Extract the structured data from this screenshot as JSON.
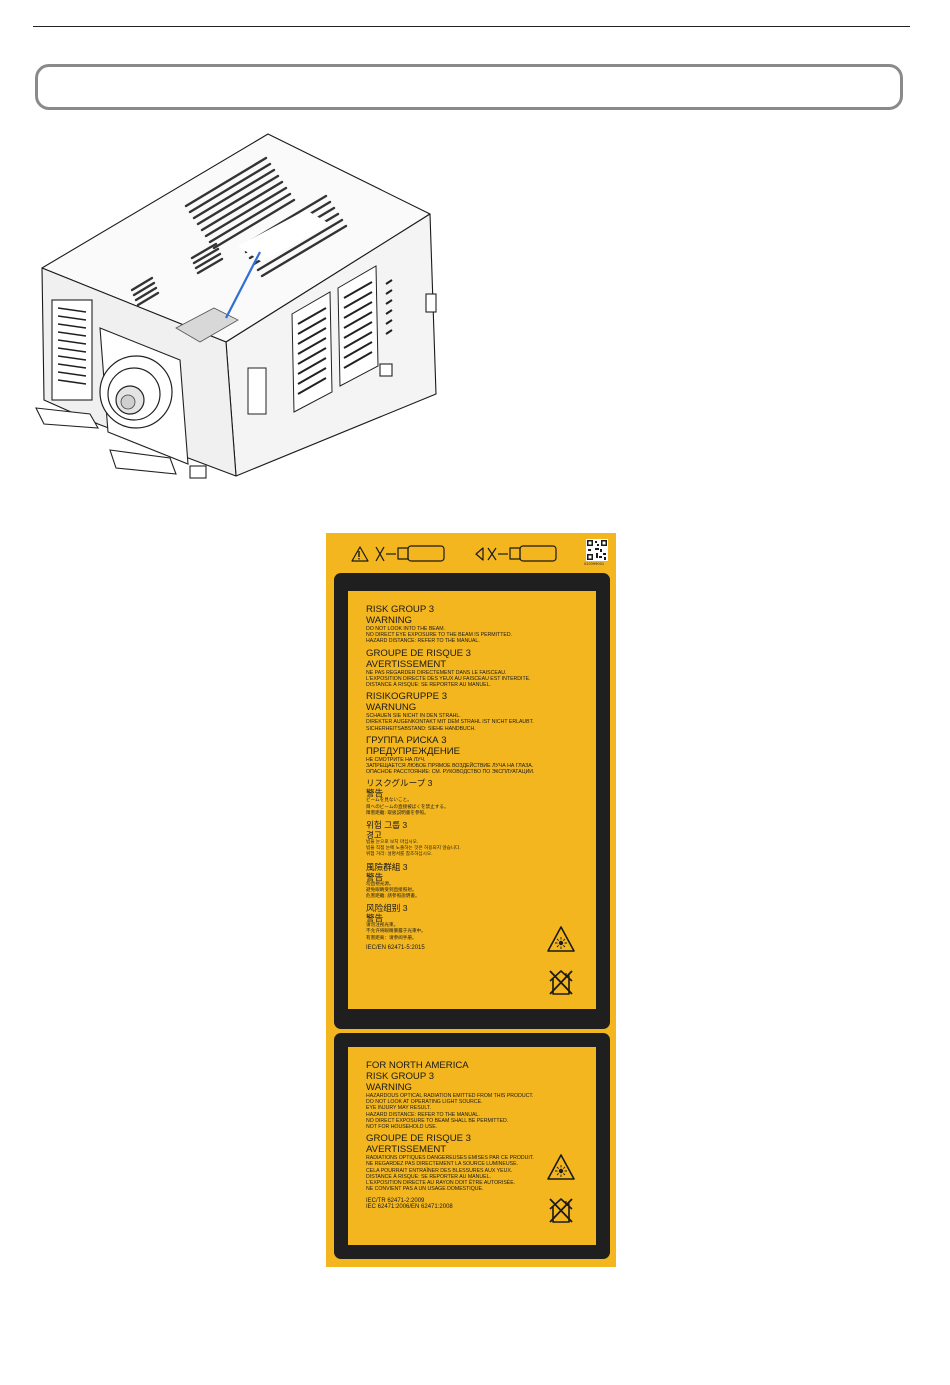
{
  "label": {
    "qr_code": "020399001",
    "international": [
      {
        "group": "RISK GROUP 3",
        "warning": "WARNING",
        "lines": [
          "DO NOT LOOK INTO THE BEAM.",
          "NO DIRECT EYE EXPOSURE TO THE BEAM IS PERMITTED.",
          "HAZARD DISTANCE: REFER TO THE MANUAL."
        ]
      },
      {
        "group": "GROUPE DE RISQUE 3",
        "warning": "AVERTISSEMENT",
        "lines": [
          "NE PAS REGARDER DIRECTEMENT DANS LE FAISCEAU.",
          "L'EXPOSITION DIRECTE DES YEUX AU FAISCEAU EST INTERDITE.",
          "DISTANCE À RISQUE: SE REPORTER AU MANUEL."
        ]
      },
      {
        "group": "RISIKOGRUPPE 3",
        "warning": "WARNUNG",
        "lines": [
          "SCHAUEN SIE NICHT IN DEN STRAHL.",
          "DIREKTER AUGENKONTAKT MIT DEM STRAHL IST NICHT ERLAUBT.",
          "SICHERHEITSABSTAND: SIEHE HANDBUCH."
        ]
      },
      {
        "group": "ГРУППА РИСКА 3",
        "warning": "ПРЕДУПРЕЖДЕНИЕ",
        "lines": [
          "НЕ СМОТРИТЕ НА ЛУЧ.",
          "ЗАПРЕЩАЕТСЯ ЛЮБОЕ ПРЯМОЕ ВОЗДЕЙСТВИЕ ЛУЧА НА ГЛАЗА.",
          "ОПАСНОЕ РАССТОЯНИЕ: СМ. РУКОВОДСТВО ПО ЭКСПЛУАТАЦИИ."
        ]
      },
      {
        "group": "リスクグループ 3",
        "warning": "警告",
        "lines": [
          "ビームを見ないこと。",
          "目へのビームの直接被ばくを禁止する。",
          "障害距離: 取扱説明書を参照。"
        ]
      },
      {
        "group": "위험 그룹 3",
        "warning": "경고",
        "lines": [
          "빔을 눈으로 보지 마십시오.",
          "빔을 직접 눈에 노출하는 것은 허용되지 않습니다.",
          "위험 거리: 설명서를 참조하십시오."
        ]
      },
      {
        "group": "風險群組 3",
        "warning": "警告",
        "lines": [
          "勿直視光源。",
          "避免眼睛受到直接照射。",
          "危害距離: 請參照說明書。"
        ]
      },
      {
        "group": "风险组别 3",
        "warning": "警告",
        "lines": [
          "请勿注视光束。",
          "不允许将眼睛暴露于光束中。",
          "有害距离：请参阅手册。"
        ]
      }
    ],
    "international_standard": "IEC/EN 62471-5:2015",
    "north_america": {
      "title": "FOR NORTH AMERICA",
      "sections": [
        {
          "group": "RISK GROUP 3",
          "warning": "WARNING",
          "lines": [
            "HAZARDOUS OPTICAL RADIATION EMITTED FROM THIS PRODUCT.",
            "DO NOT LOOK AT OPERATING LIGHT SOURCE.",
            "EYE INJURY MAY RESULT.",
            "HAZARD DISTANCE: REFER TO THE MANUAL.",
            "NO DIRECT EXPOSURE TO BEAM SHALL BE PERMITTED.",
            "NOT FOR HOUSEHOLD USE."
          ]
        },
        {
          "group": "GROUPE DE RISQUE 3",
          "warning": "AVERTISSEMENT",
          "lines": [
            "RADIATIONS OPTIQUES DANGEREUSES EMISES PAR CE PRODUIT.",
            "NE REGARDEZ PAS DIRECTEMENT LA SOURCE LUMINEUSE.",
            "CELA POURRAIT ENTRAÎNER DES BLESSURES AUX YEUX.",
            "DISTANCE À RISQUE: SE REPORTER AU MANUEL.",
            "L'EXPOSITION DIRECTE AU RAYON DOIT ÊTRE AUTORISÉE.",
            "NE CONVIENT PAS A UN USAGE DOMESTIQUE."
          ]
        }
      ],
      "standards": [
        "IEC/TR 62471-2:2009",
        "IEC 62471:2006/EN 62471:2008"
      ]
    }
  }
}
